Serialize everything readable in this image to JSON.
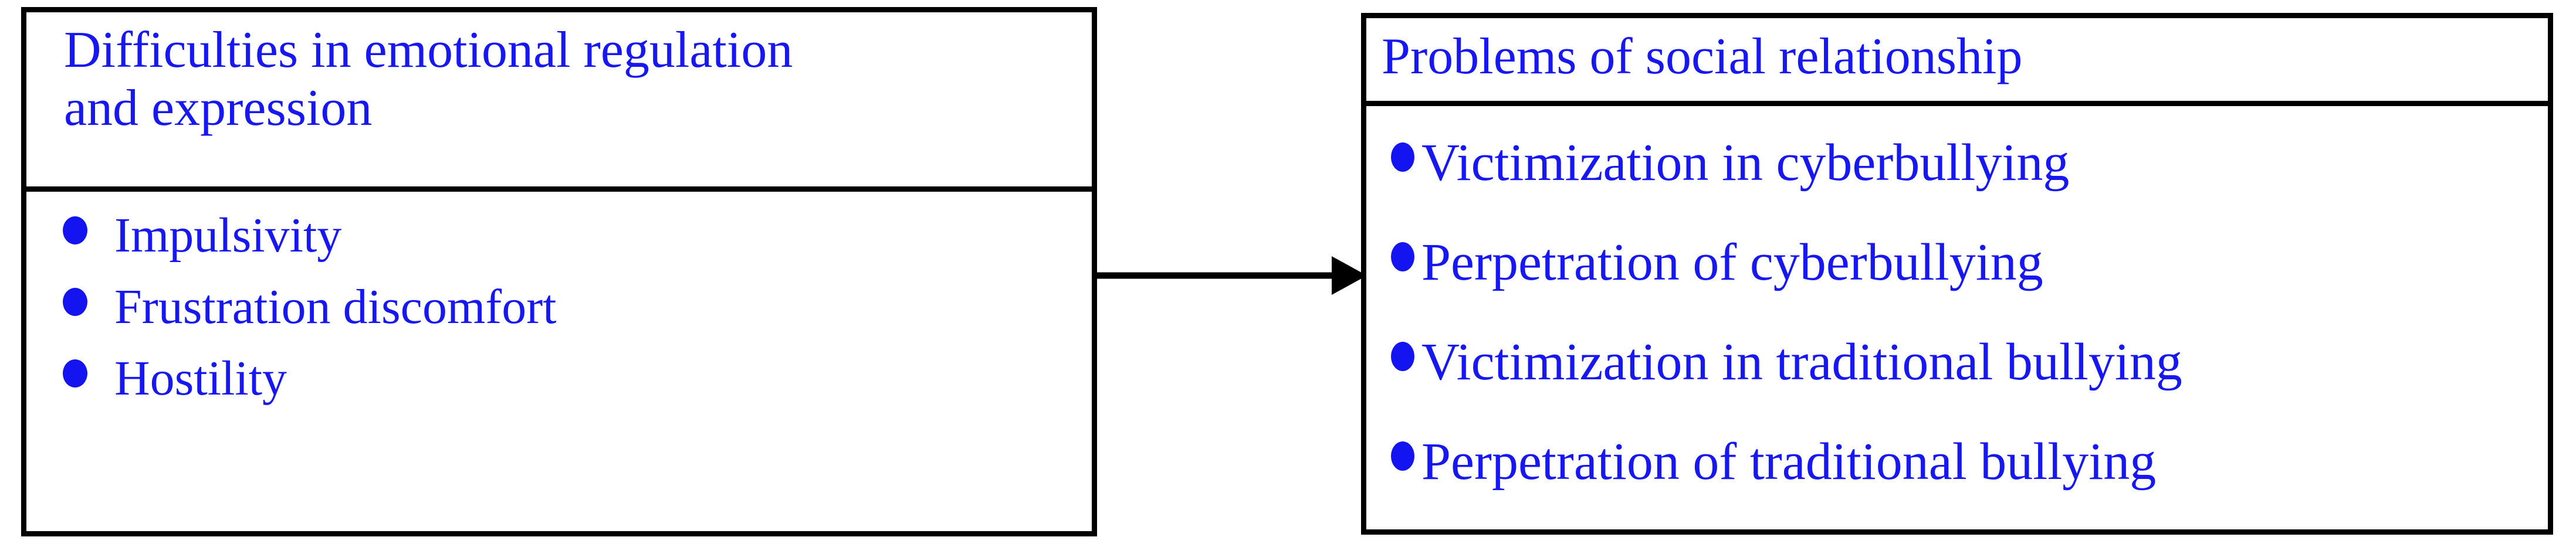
{
  "diagram": {
    "type": "flow",
    "direction": "left-to-right",
    "colors": {
      "text": "#1717f2",
      "bullet": "#1414f0",
      "border": "#000000",
      "background": "#ffffff"
    },
    "boxes": [
      {
        "id": "antecedent",
        "title": "Difficulties in emotional regulation and expression",
        "title_line_1": "Difficulties in emotional regulation",
        "title_line_2": "and expression",
        "items": [
          "Impulsivity",
          "Frustration discomfort",
          "Hostility"
        ]
      },
      {
        "id": "outcome",
        "title": "Problems of social relationship",
        "items": [
          "Victimization in cyberbullying",
          "Perpetration of cyberbullying",
          "Victimization in traditional bullying",
          "Perpetration of traditional bullying"
        ]
      }
    ],
    "connector": {
      "from": "antecedent",
      "to": "outcome",
      "style": "solid-line-with-filled-arrowhead",
      "icon": "arrow-right-icon"
    }
  }
}
